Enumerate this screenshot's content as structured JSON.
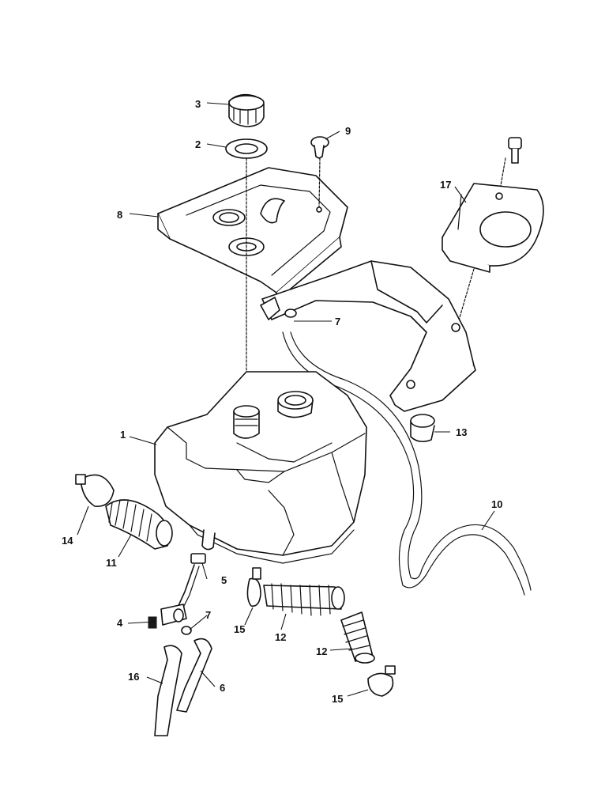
{
  "callouts": {
    "c1": "1",
    "c2": "2",
    "c3": "3",
    "c4": "4",
    "c5": "5",
    "c6": "6",
    "c7a": "7",
    "c7b": "7",
    "c8": "8",
    "c9": "9",
    "c10": "10",
    "c11": "11",
    "c12a": "12",
    "c12b": "12",
    "c13": "13",
    "c14": "14",
    "c15a": "15",
    "c15b": "15",
    "c16": "16",
    "c17": "17"
  }
}
